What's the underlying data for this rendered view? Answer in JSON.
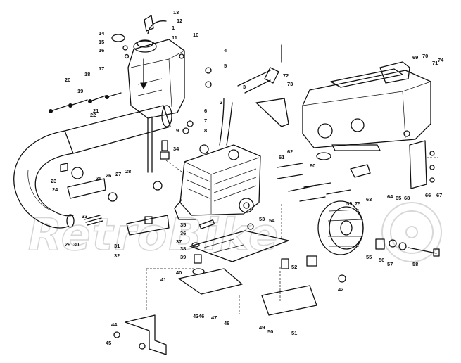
{
  "watermark": {
    "text": "RetroBike"
  },
  "diagram": {
    "callouts": [
      "1",
      "2",
      "3",
      "4",
      "5",
      "6",
      "7",
      "8",
      "9",
      "10",
      "11",
      "12",
      "13",
      "14",
      "15",
      "16",
      "17",
      "18",
      "19",
      "20",
      "21",
      "22",
      "23",
      "24",
      "25",
      "26",
      "27",
      "28",
      "29",
      "30",
      "31",
      "32",
      "33",
      "34",
      "35",
      "36",
      "37",
      "38",
      "39",
      "40",
      "41",
      "42",
      "43",
      "44",
      "45",
      "46",
      "47",
      "48",
      "49",
      "50",
      "51",
      "52",
      "53",
      "54",
      "55",
      "56",
      "57",
      "58",
      "59",
      "60",
      "61",
      "62",
      "63",
      "64",
      "65",
      "66",
      "67",
      "68",
      "69",
      "70",
      "71",
      "72",
      "73",
      "74",
      "75"
    ]
  }
}
